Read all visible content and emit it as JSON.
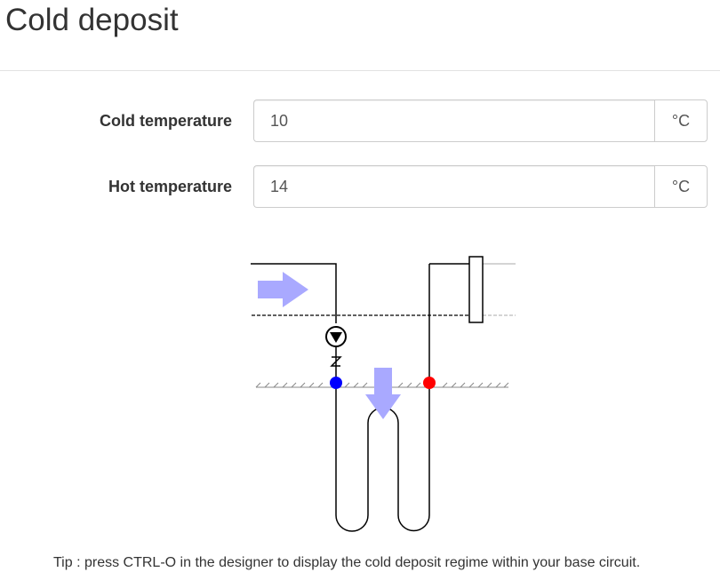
{
  "page": {
    "title": "Cold deposit"
  },
  "form": {
    "cold_temperature": {
      "label": "Cold temperature",
      "value": "10",
      "unit": "°C"
    },
    "hot_temperature": {
      "label": "Hot temperature",
      "value": "14",
      "unit": "°C"
    }
  },
  "diagram": {
    "icons": [
      "flow-arrow-right-icon",
      "flow-arrow-down-icon",
      "pump-icon",
      "check-valve-icon",
      "exchanger-icon"
    ],
    "colors": {
      "cold_point": "#0000ff",
      "hot_point": "#ff0000",
      "flow_arrow": "#a9a9ff",
      "pipe": "#000000",
      "ground_hatch": "#888888"
    }
  },
  "tip": {
    "text": "Tip : press CTRL-O in the designer to display the cold deposit regime within your base circuit."
  }
}
